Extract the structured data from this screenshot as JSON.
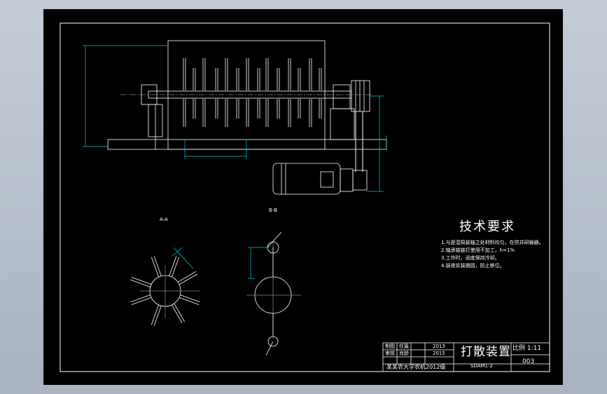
{
  "section_labels": {
    "view_a": "A-A",
    "view_b": "B-B"
  },
  "tech_requirements": {
    "title": "技术要求",
    "items": [
      "1.与是混捣装轴之处材料均匀，在供井研输器。",
      "2.轴承链链打使用不加工，h=1%",
      "3.工作时，适度保持冷却。",
      "4.装夜实装捆固，防止移位。"
    ]
  },
  "title_block": {
    "row1": [
      "制图",
      "任篇",
      "2013"
    ],
    "row2": [
      "审核",
      "肖龄",
      "2015"
    ],
    "school": "某某农大学农机2012级",
    "drawing_title": "打散装置",
    "drawing_code": "SDAM1-2",
    "scale_label": "比例 1:11",
    "drawing_number": "003"
  },
  "colors": {
    "background": "#000000",
    "outline": "#ffffff",
    "dimension": "#00c8d8",
    "centerline": "#c8c8c8"
  }
}
